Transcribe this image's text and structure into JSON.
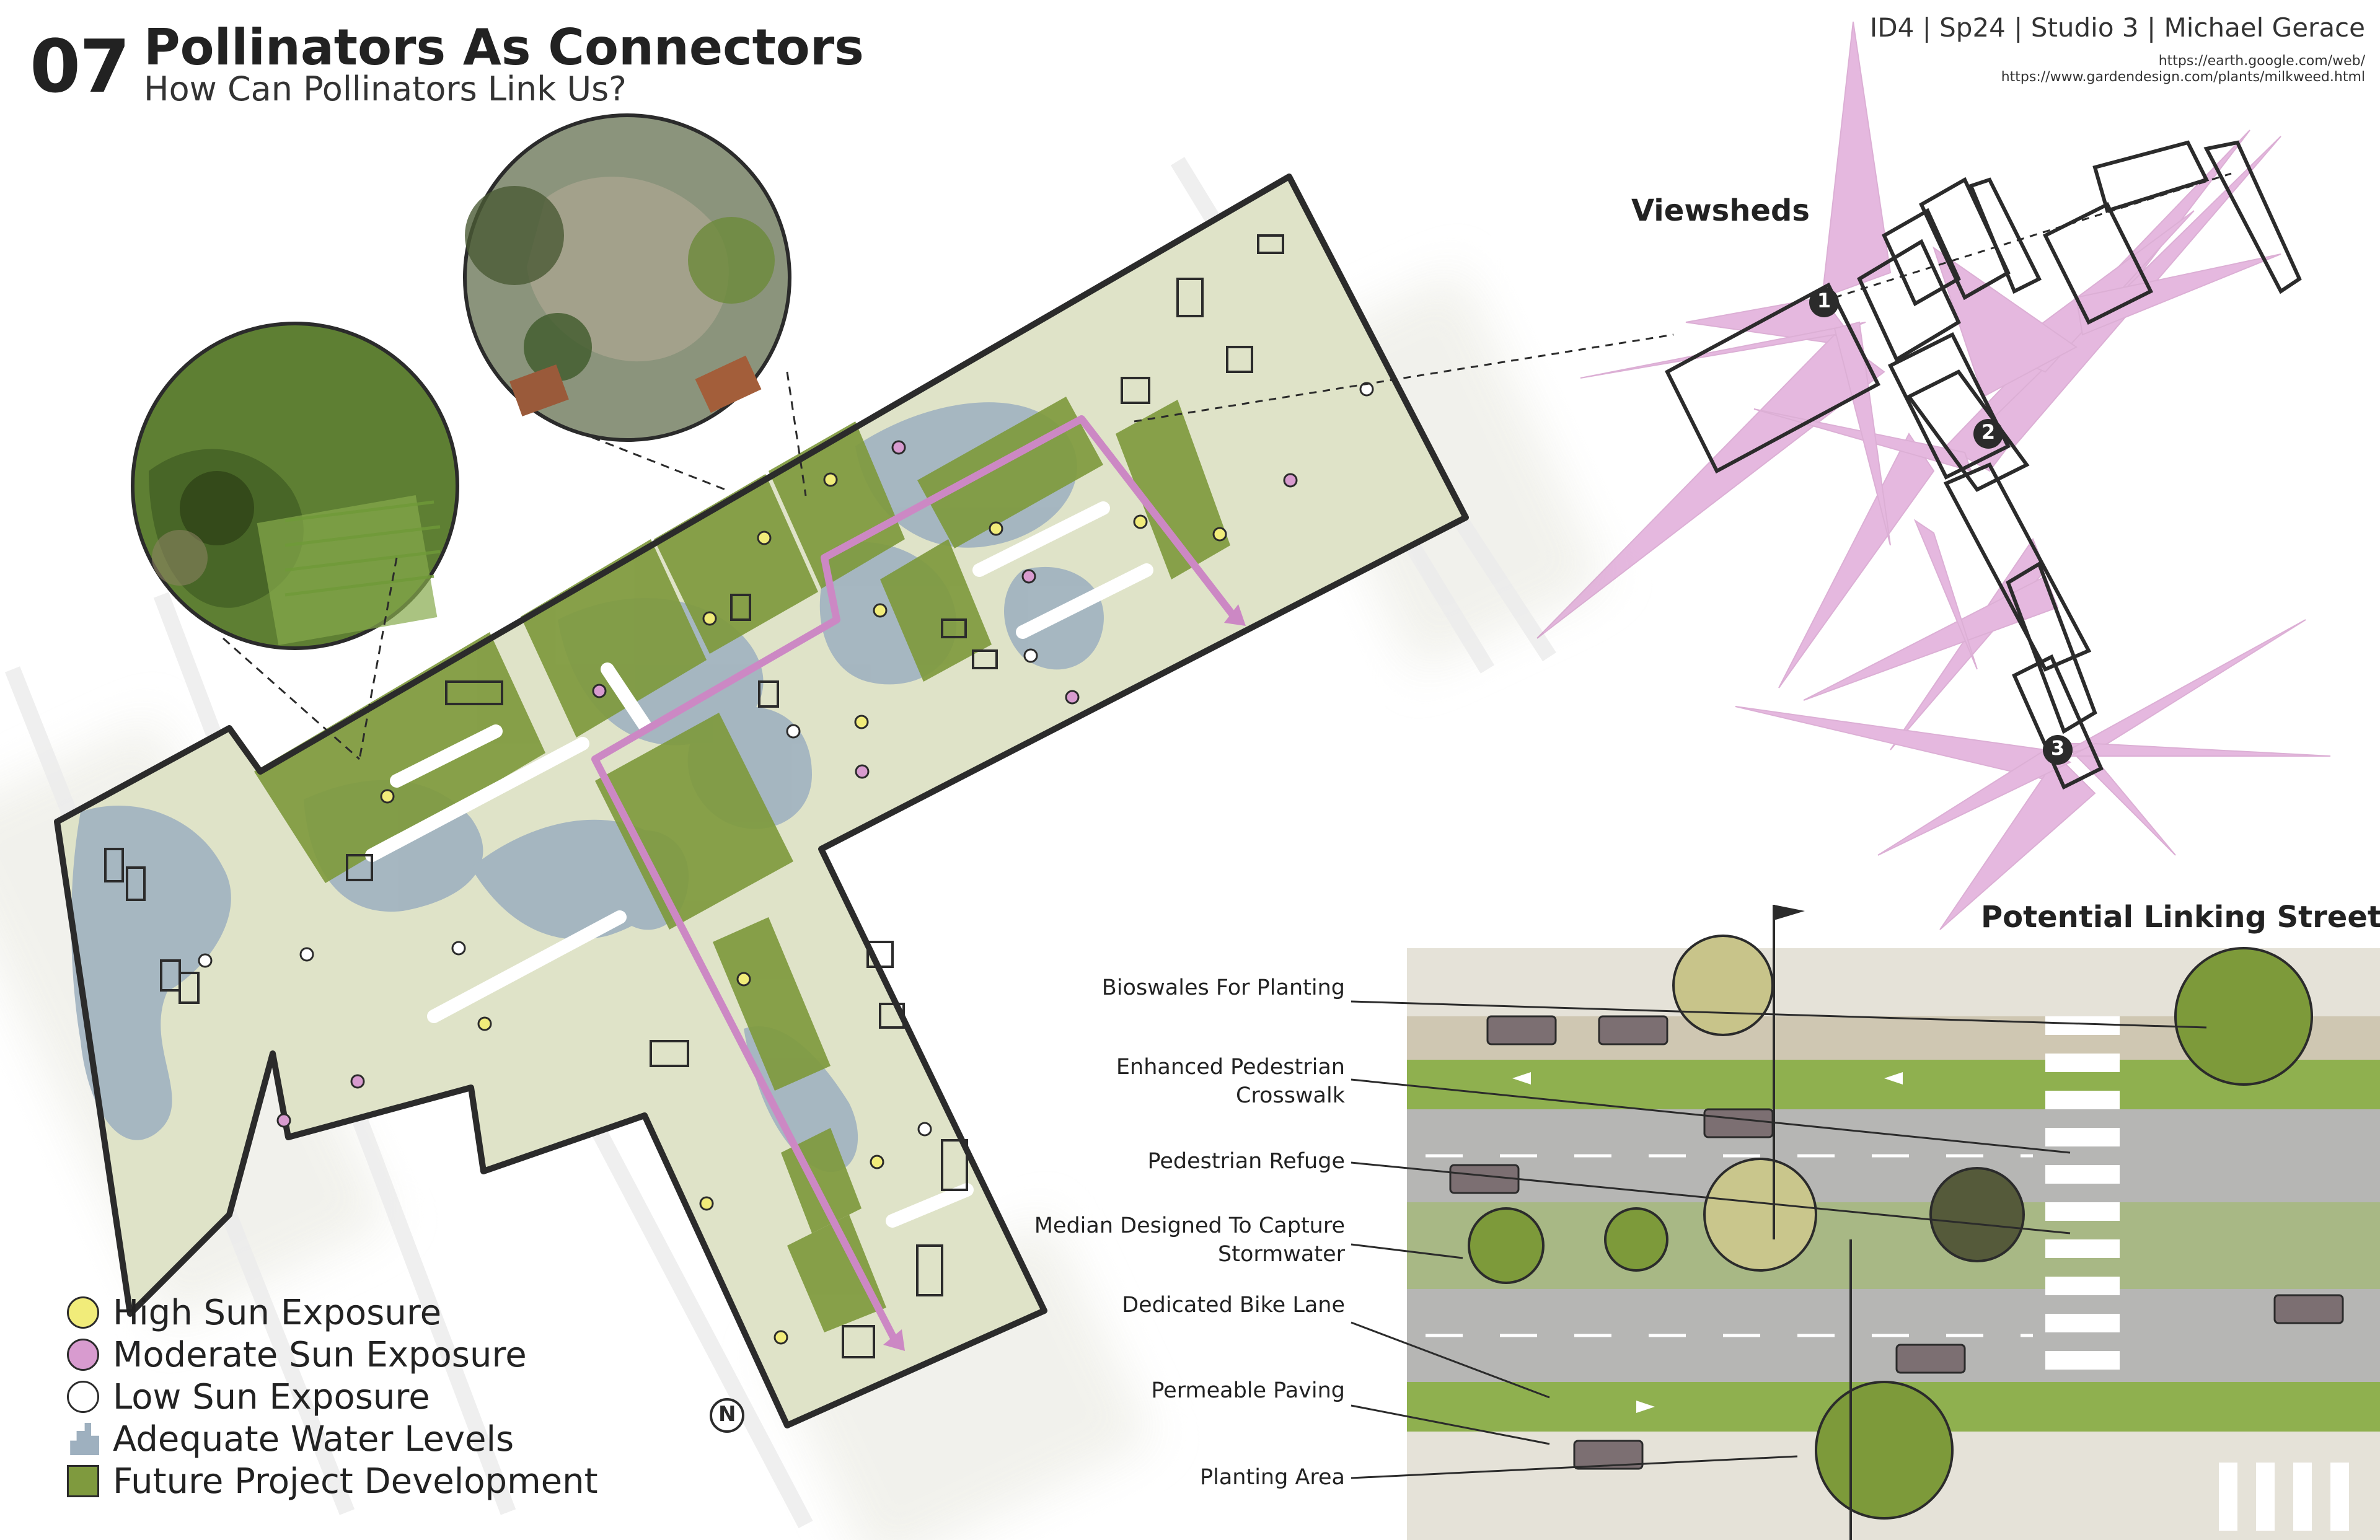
{
  "header": {
    "number": "07",
    "title": "Pollinators As Connectors",
    "subtitle": "How Can Pollinators Link Us?"
  },
  "credit": {
    "line": "ID4 | Sp24 | Studio 3 | Michael Gerace",
    "sources": [
      "https://earth.google.com/web/",
      "https://www.gardendesign.com/plants/milkweed.html"
    ]
  },
  "viewsheds": {
    "title": "Viewsheds",
    "markers": [
      "1",
      "2",
      "3"
    ]
  },
  "street": {
    "title": "Potential Linking Street",
    "callouts": [
      "Bioswales For Planting",
      "Enhanced Pedestrian Crosswalk",
      "Pedestrian Refuge",
      "Median Designed To Capture Stormwater",
      "Dedicated Bike Lane",
      "Permeable Paving",
      "Planting Area"
    ]
  },
  "legend": {
    "items": [
      {
        "label": "High Sun Exposure",
        "color": "#f1ec7a"
      },
      {
        "label": "Moderate Sun Exposure",
        "color": "#d89bcf"
      },
      {
        "label": "Low Sun Exposure",
        "color": "#ffffff"
      },
      {
        "label": "Adequate Water Levels",
        "color": "#9eb0bf"
      },
      {
        "label": "Future Project Development",
        "color": "#7f9a3e"
      }
    ]
  },
  "map": {
    "north_label": "N",
    "colors": {
      "block": "#dfe3c8",
      "development": "#7f9a3e",
      "water": "#9eb0bf",
      "path": "#cc88c4",
      "viewshed": "#c663b8"
    }
  }
}
